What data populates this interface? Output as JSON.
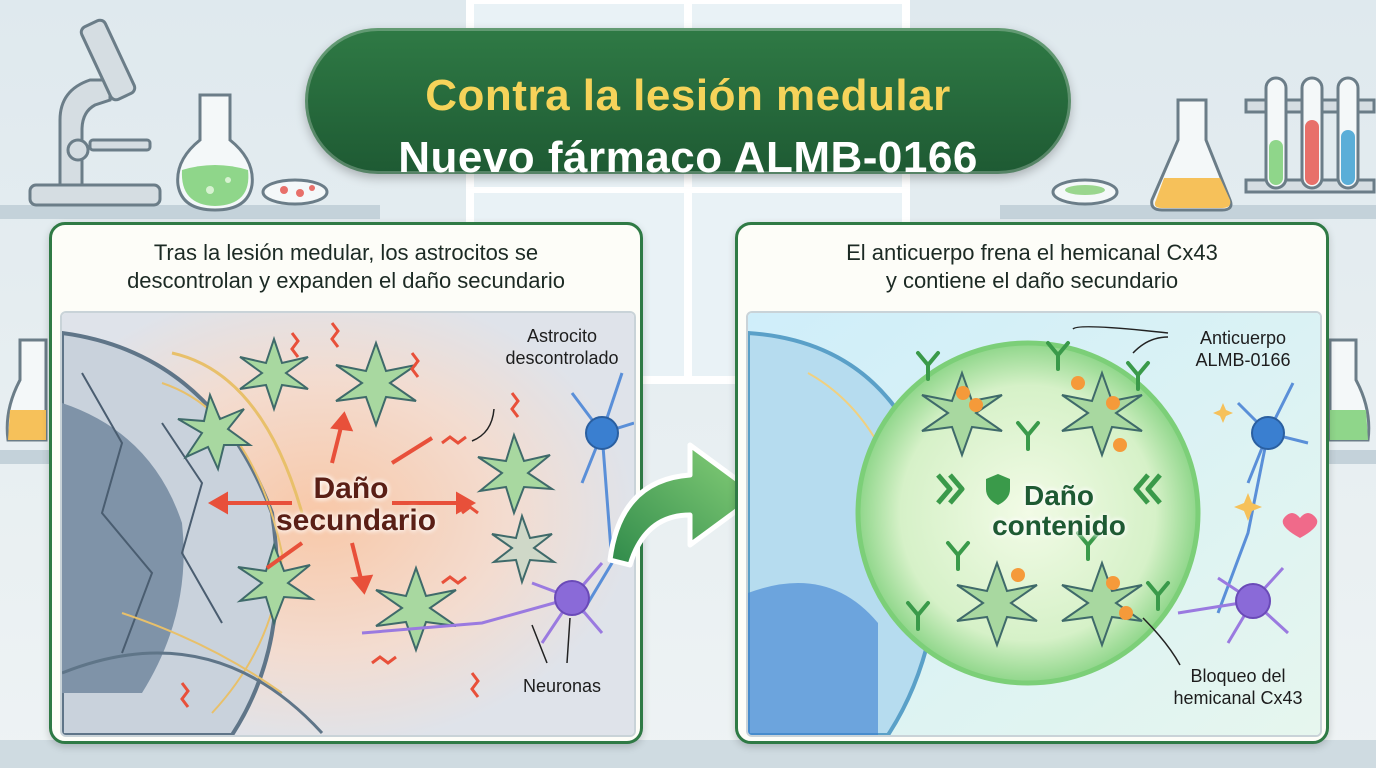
{
  "title": {
    "line1": "Contra la lesión medular",
    "line2": "Nuevo fármaco ALMB-0166"
  },
  "left_panel": {
    "heading_line1": "Tras la lesión medular, los astrocitos se",
    "heading_line2": "descontrolan y expanden el daño secundario",
    "center_line1": "Daño",
    "center_line2": "secundario",
    "label_astro_1": "Astrocito",
    "label_astro_2": "descontrolado",
    "label_neurons": "Neuronas"
  },
  "right_panel": {
    "heading_line1": "El anticuerpo frena el hemicanal Cx43",
    "heading_line2": "y contiene el daño secundario",
    "center_line1": "Daño",
    "center_line2": "contenido",
    "label_antibody_1": "Anticuerpo",
    "label_antibody_2": "ALMB-0166",
    "label_block_1": "Bloqueo del",
    "label_block_2": "hemicanal Cx43"
  },
  "colors": {
    "brand_green": "#2f7a45",
    "title_yellow": "#f6d35a",
    "damage_red": "#e8503a",
    "astrocyte_green": "#a8d8a0",
    "neuron_blue": "#3a7fd0",
    "neuron_purple": "#8a6ad8",
    "antibody_orange": "#f59a3a"
  }
}
